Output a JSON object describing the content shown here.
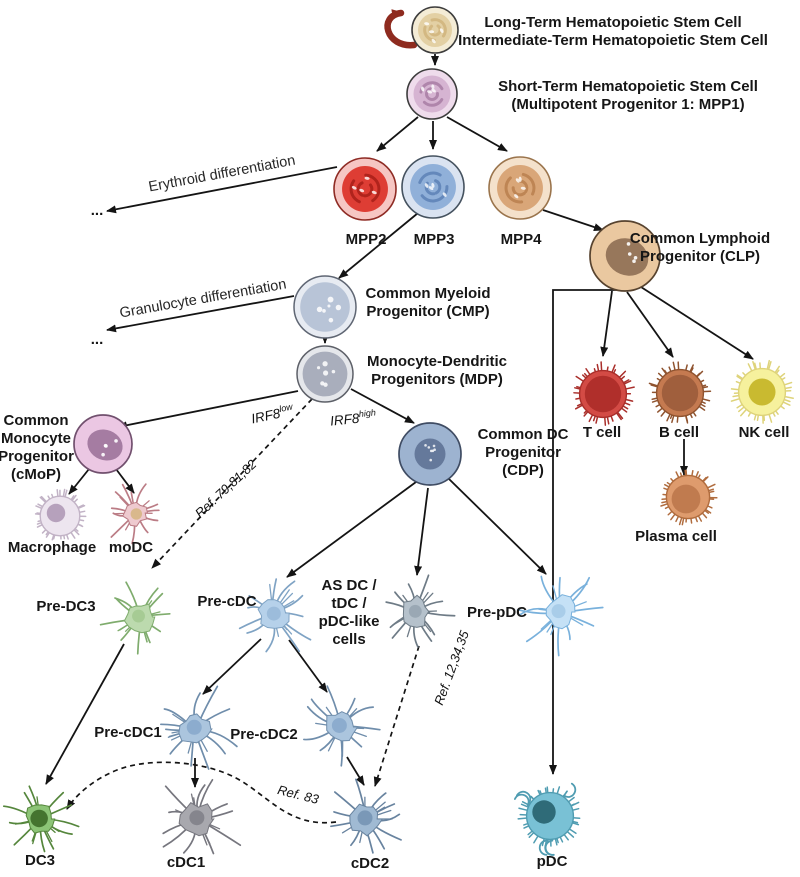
{
  "figure": {
    "description": "Hematopoietic stem cell differentiation tree into dendritic cell subsets"
  },
  "labels": {
    "lt_hsc_1": "Long-Term Hematopoietic Stem Cell",
    "lt_hsc_2": "Intermediate-Term Hematopoietic Stem Cell",
    "st_hsc_1": "Short-Term Hematopoietic Stem Cell",
    "st_hsc_2": "(Multipotent Progenitor 1: MPP1)",
    "erythroid": "Erythroid differentiation",
    "granulocyte": "Granulocyte differentiation",
    "ellipsis_1": "...",
    "ellipsis_2": "...",
    "mpp2": "MPP2",
    "mpp3": "MPP3",
    "mpp4": "MPP4",
    "clp_1": "Common Lymphoid",
    "clp_2": "Progenitor (CLP)",
    "cmp_1": "Common Myeloid",
    "cmp_2": "Progenitor (CMP)",
    "mdp_1": "Monocyte-Dendritic",
    "mdp_2": "Progenitors (MDP)",
    "cmop_1": "Common",
    "cmop_2": "Monocyte",
    "cmop_3": "Progenitor",
    "cmop_4": "(cMoP)",
    "irf8_base": "IRF8",
    "irf8_low_sup": "low",
    "irf8_high_sup": "high",
    "cdp_1": "Common DC",
    "cdp_2": "Progenitor",
    "cdp_3": "(CDP)",
    "ref_79_81_82": "Ref. 79,81,82",
    "ref_12_34_35": "Ref. 12,34,35",
    "ref_83": "Ref. 83",
    "macrophage": "Macrophage",
    "modc": "moDC",
    "pre_dc3": "Pre-DC3",
    "pre_cdc": "Pre-cDC",
    "asdc_1": "AS DC /",
    "asdc_2": "tDC /",
    "asdc_3": "pDC-like",
    "asdc_4": "cells",
    "pre_pdc": "Pre-pDC",
    "t_cell": "T cell",
    "b_cell": "B cell",
    "nk_cell": "NK cell",
    "plasma_cell": "Plasma cell",
    "pre_cdc1": "Pre-cDC1",
    "pre_cdc2": "Pre-cDC2",
    "dc3": "DC3",
    "cdc1": "cDC1",
    "cdc2": "cDC2",
    "pdc": "pDC"
  },
  "palette": {
    "arrow": "#141414",
    "self_renewal_arrow": "#8e2b1f",
    "text": "#161616",
    "cells": {
      "lt_hsc": {
        "ring": "#f4ecd6",
        "body": "#e3d0a4",
        "swirl": "#d0b47c",
        "outline": "#3d3d3d"
      },
      "mpp1": {
        "ring": "#efdcec",
        "body": "#d6b4d2",
        "swirl": "#a87ca4",
        "outline": "#3d3d3d"
      },
      "mpp2": {
        "ring": "#f6c6c3",
        "body": "#de3d34",
        "swirl": "#a81f19",
        "outline": "#8e2b24"
      },
      "mpp3": {
        "ring": "#dae3f1",
        "body": "#90b0d9",
        "swirl": "#5d81b5",
        "outline": "#45525f"
      },
      "mpp4": {
        "ring": "#f4e1cb",
        "body": "#d9a678",
        "swirl": "#b97f4e",
        "outline": "#9a744c"
      },
      "clp": {
        "body": "#eac8a0",
        "nucleus": "#97775b",
        "outline": "#57432f"
      },
      "cmp": {
        "ring": "#e7ebf2",
        "body": "#b8c4d7",
        "outline": "#5f6673"
      },
      "mdp": {
        "ring": "#e5e7eb",
        "body": "#a9aebc",
        "outline": "#5d6068"
      },
      "cmop": {
        "body": "#ebc7e3",
        "nucleus": "#a57ca2",
        "outline": "#71506e"
      },
      "cdp": {
        "body": "#9db3d0",
        "nucleus": "#65799b",
        "outline": "#3f4c63"
      },
      "macrophage": {
        "body": "#ede5ef",
        "nucleus": "#b6a1bc",
        "limb": "#c2b3c6"
      },
      "modc": {
        "body": "#eecacf",
        "nucleus": "#d9b88c",
        "limb": "#bb7c85"
      },
      "pre_dc3": {
        "body": "#bcdaae",
        "nucleus": "#a6cb94",
        "limb": "#7fac6d"
      },
      "pre_cdc": {
        "body": "#b6d1ea",
        "nucleus": "#9cbcdb",
        "limb": "#7fa3c4"
      },
      "asdc": {
        "body": "#b5c1cb",
        "nucleus": "#9aa8b4",
        "limb": "#6e7b86"
      },
      "pre_pdc": {
        "body": "#c5e1f6",
        "nucleus": "#a9cde9",
        "limb": "#79b1dc"
      },
      "pre_cdc1": {
        "body": "#abc5de",
        "nucleus": "#8cacce",
        "limb": "#6f8dab"
      },
      "pre_cdc2": {
        "body": "#abc5de",
        "nucleus": "#8cacce",
        "limb": "#6f8dab"
      },
      "t_cell": {
        "body": "#d34b45",
        "nucleus": "#b02f2b",
        "limb": "#a92e2a"
      },
      "b_cell": {
        "body": "#c57a50",
        "nucleus": "#a05f3d",
        "limb": "#8f532f"
      },
      "nk_cell": {
        "body": "#f6f19d",
        "nucleus": "#c9ba30",
        "limb": "#ded37a"
      },
      "plasma_cell": {
        "body": "#de9b6d",
        "nucleus": "#c07b4f",
        "limb": "#b06c3e"
      },
      "dc3": {
        "body": "#8cc476",
        "nucleus": "#45742f",
        "limb": "#55863c"
      },
      "cdc1": {
        "body": "#a8a8ae",
        "nucleus": "#85858d",
        "limb": "#76767e"
      },
      "cdc2": {
        "body": "#a0bad3",
        "nucleus": "#7a98b7",
        "limb": "#68839f"
      },
      "pdc": {
        "body": "#79c1d5",
        "nucleus": "#2f6b78",
        "limb": "#4f9cb1"
      }
    }
  }
}
